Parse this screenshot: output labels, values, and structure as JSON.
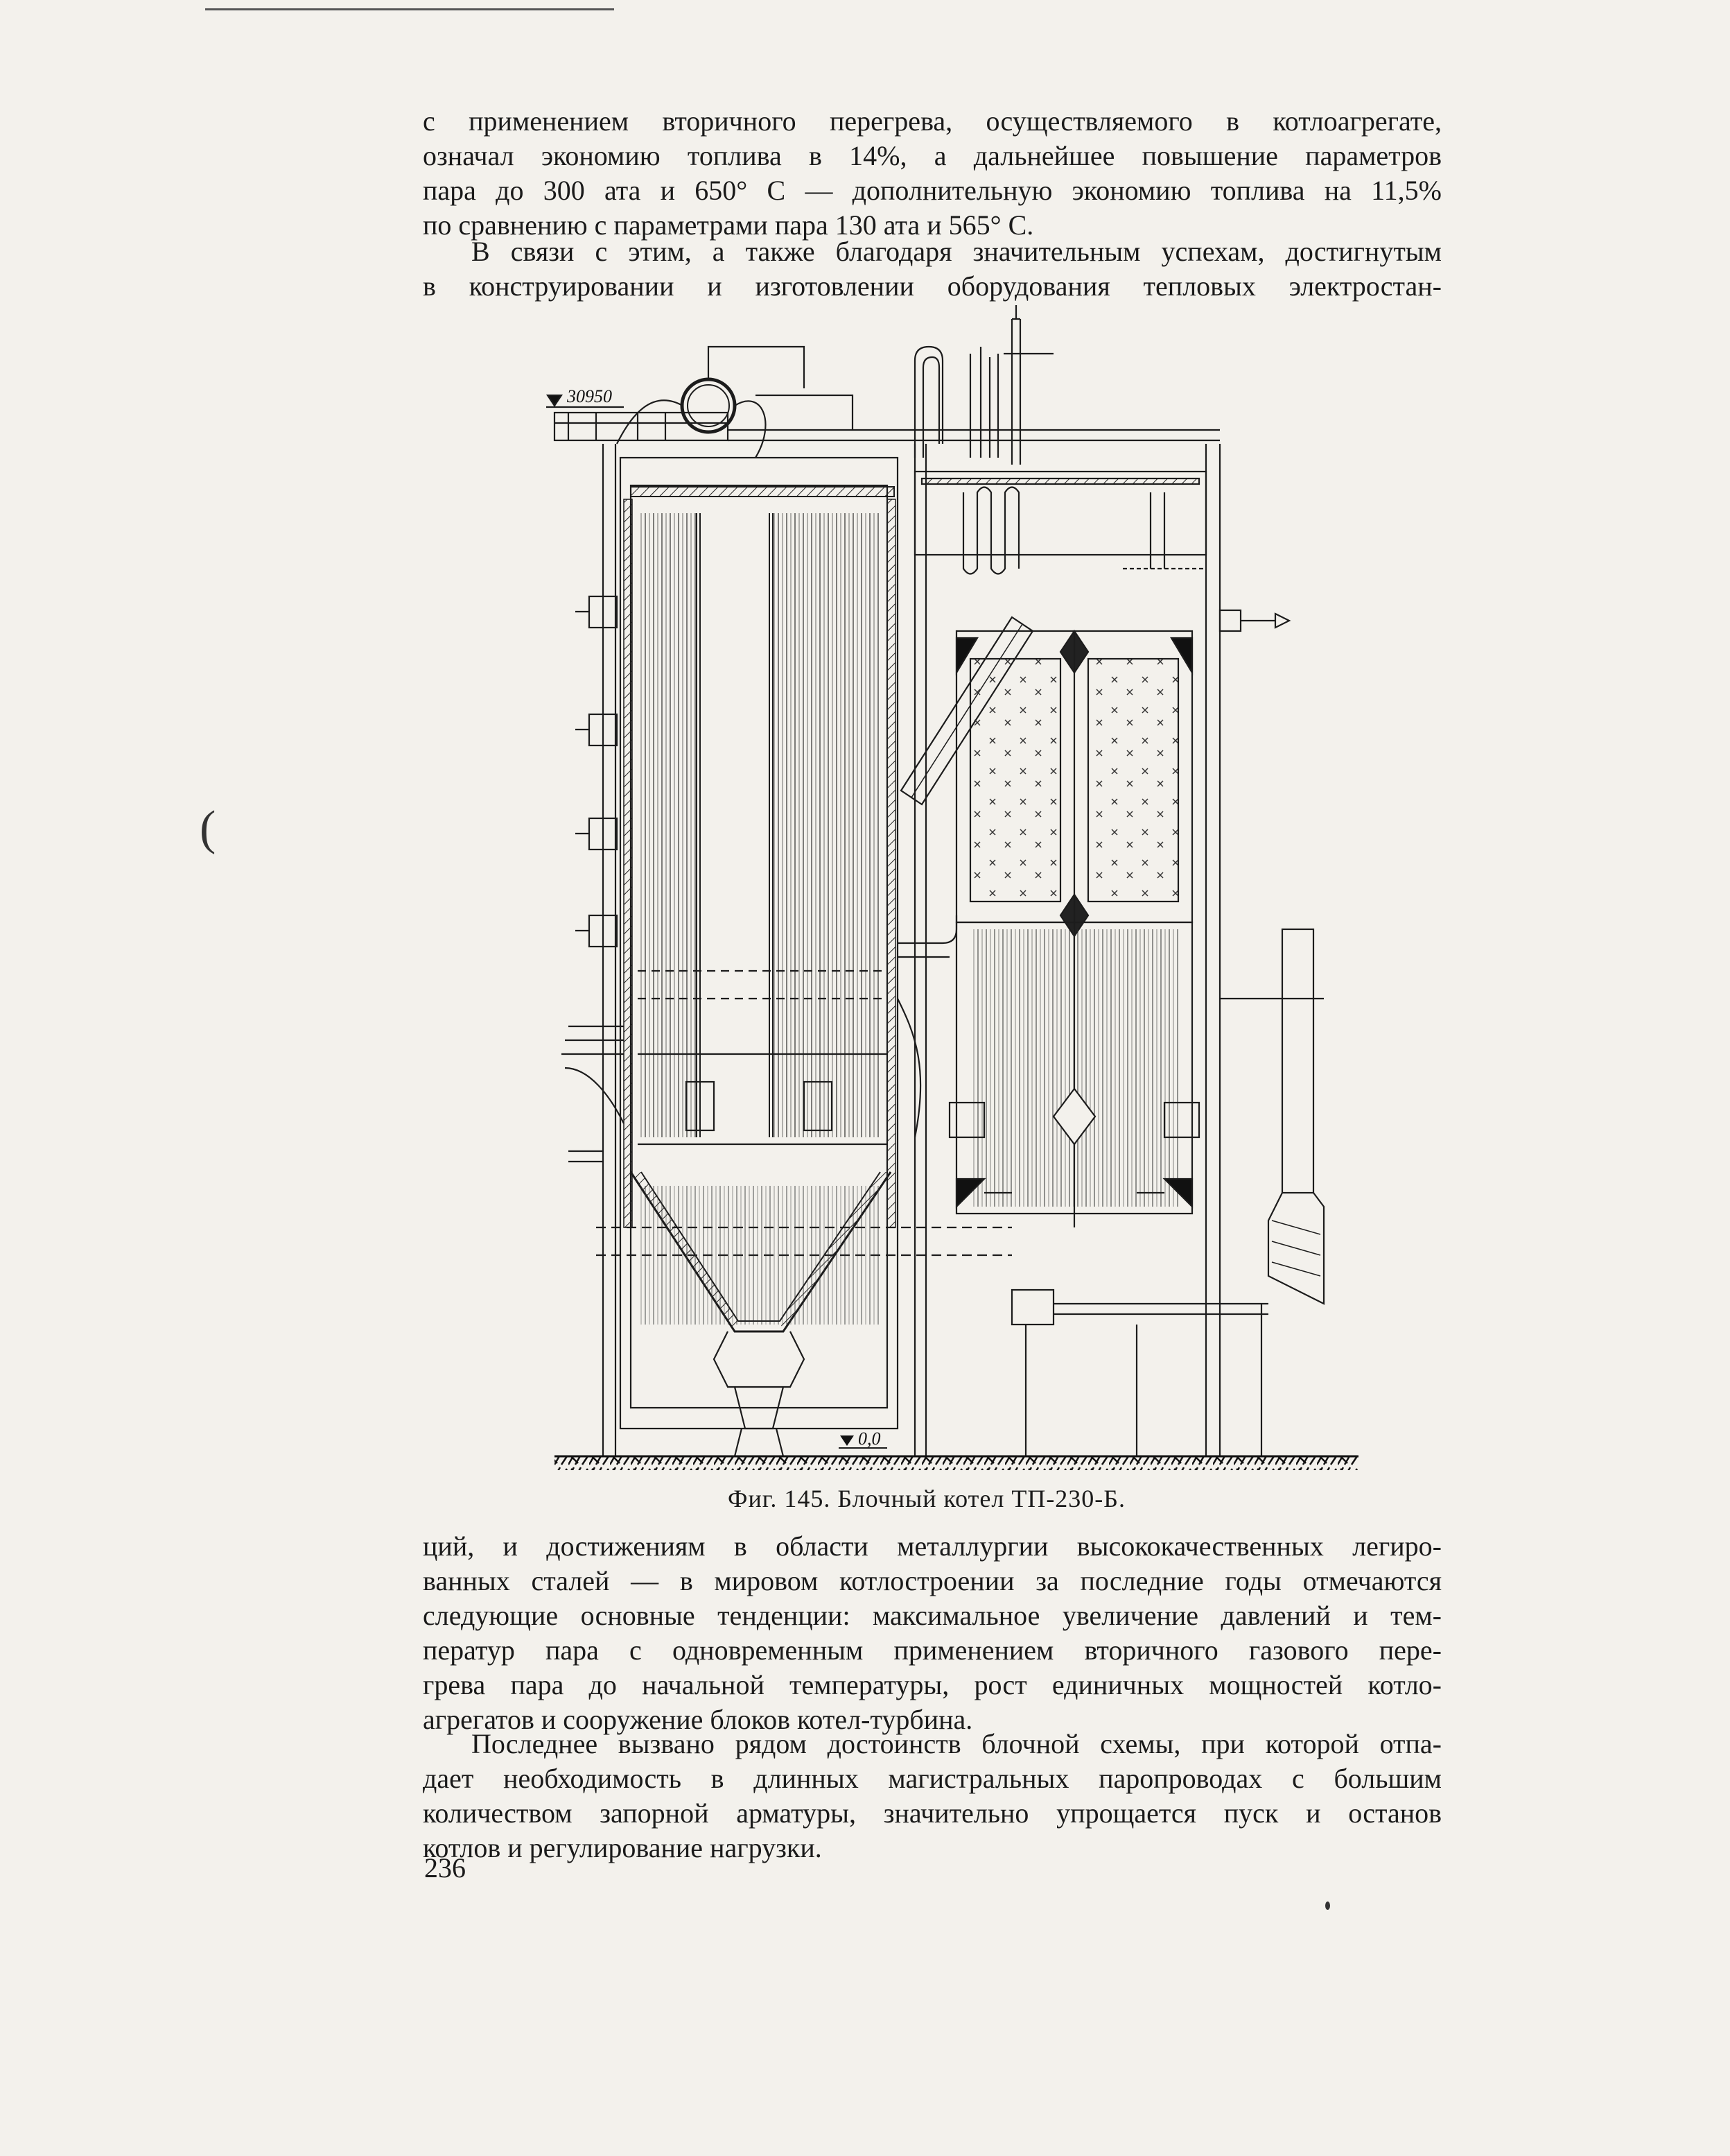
{
  "top_paragraph": {
    "lines": [
      "с применением вторичного перегрева, осуществляемого в котлоагрегате,",
      "означал экономию топлива в 14%, а дальнейшее повышение параметров",
      "пара до 300 ата и 650° С — дополнительную экономию топлива на 11,5%",
      "по сравнению с параметрами пара 130 ата и 565° С."
    ]
  },
  "second_paragraph": {
    "lines": [
      "В связи с этим, а также благодаря значительным успехам, достигнутым",
      "в конструировании и изготовлении оборудования тепловых электростан-"
    ]
  },
  "figure": {
    "elevation_top": "30950",
    "elevation_ground": "0,0",
    "caption": "Фиг. 145. Блочный котел ТП-230-Б."
  },
  "third_paragraph": {
    "lines": [
      "ций, и достижениям в области металлургии высококачественных легиро-",
      "ванных сталей — в мировом котлостроении за последние годы отмечаются",
      "следующие основные тенденции: максимальное увеличение давлений и тем-",
      "ператур пара с одновременным применением вторичного газового пере-",
      "грева пара до начальной температуры, рост единичных мощностей котло-",
      "агрегатов и сооружение блоков котел-турбина."
    ]
  },
  "fourth_paragraph": {
    "lines": [
      "Последнее вызвано рядом достоинств блочной схемы, при которой отпа-",
      "дает необходимость в длинных магистральных паропроводах с большим",
      "количеством запорной арматуры, значительно упрощается пуск и останов",
      "котлов и регулирование нагрузки."
    ]
  },
  "page_number": "236"
}
